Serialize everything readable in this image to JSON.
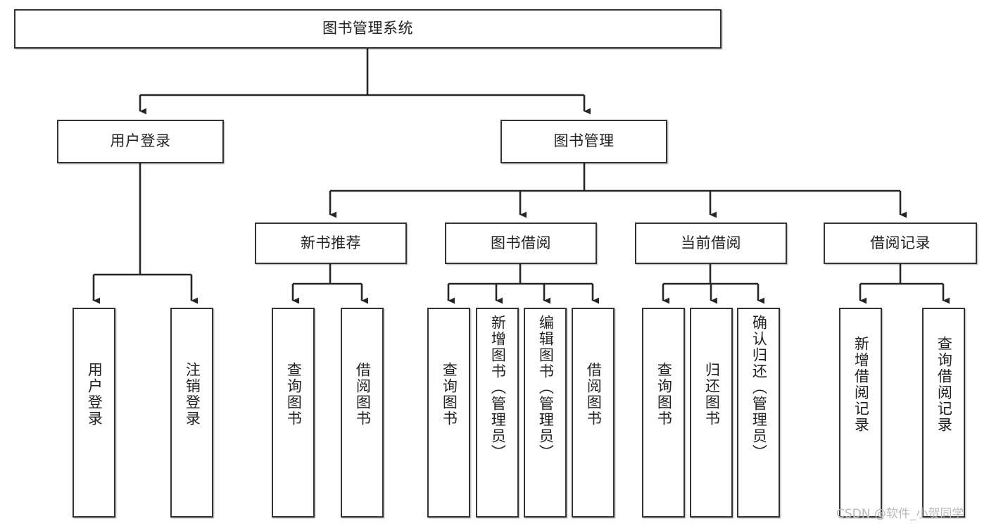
{
  "diagram": {
    "type": "tree-hierarchy",
    "title": "图书管理系统",
    "watermark": "CSDN @软件_小贺同学",
    "colors": {
      "box_border": "#333333",
      "box_fill": "#ffffff",
      "edge": "#262626",
      "text": "#222222",
      "watermark": "#b9b9b9"
    },
    "nodes": {
      "root": {
        "label": "图书管理系统",
        "level": 1,
        "orientation": "horizontal"
      },
      "user_login": {
        "label": "用户登录",
        "level": 2,
        "orientation": "horizontal"
      },
      "book_manage": {
        "label": "图书管理",
        "level": 2,
        "orientation": "horizontal"
      },
      "new_book_rec": {
        "label": "新书推荐",
        "level": 3,
        "orientation": "horizontal"
      },
      "book_borrow": {
        "label": "图书借阅",
        "level": 3,
        "orientation": "horizontal"
      },
      "current_borrow": {
        "label": "当前借阅",
        "level": 3,
        "orientation": "horizontal"
      },
      "borrow_record": {
        "label": "借阅记录",
        "level": 3,
        "orientation": "horizontal"
      },
      "leaf_user_login": {
        "label": "用户登录",
        "level": 4,
        "orientation": "vertical"
      },
      "leaf_logout": {
        "label": "注销登录",
        "level": 4,
        "orientation": "vertical"
      },
      "leaf_query_book_1": {
        "label": "查询图书",
        "level": 4,
        "orientation": "vertical"
      },
      "leaf_borrow_book_1": {
        "label": "借阅图书",
        "level": 4,
        "orientation": "vertical"
      },
      "leaf_query_book_2": {
        "label": "查询图书",
        "level": 4,
        "orientation": "vertical"
      },
      "leaf_add_book": {
        "label": "新增图书（管理员）",
        "level": 4,
        "orientation": "vertical"
      },
      "leaf_edit_book": {
        "label": "编辑图书（管理员）",
        "level": 4,
        "orientation": "vertical"
      },
      "leaf_borrow_book_2": {
        "label": "借阅图书",
        "level": 4,
        "orientation": "vertical"
      },
      "leaf_query_book_3": {
        "label": "查询图书",
        "level": 4,
        "orientation": "vertical"
      },
      "leaf_return_book": {
        "label": "归还图书",
        "level": 4,
        "orientation": "vertical"
      },
      "leaf_confirm_return": {
        "label": "确认归还（管理员）",
        "level": 4,
        "orientation": "vertical"
      },
      "leaf_add_record": {
        "label": "新增借阅记录",
        "level": 4,
        "orientation": "vertical"
      },
      "leaf_query_record": {
        "label": "查询借阅记录",
        "level": 4,
        "orientation": "vertical"
      }
    },
    "edges": [
      {
        "from": "root",
        "to": "user_login"
      },
      {
        "from": "root",
        "to": "book_manage"
      },
      {
        "from": "user_login",
        "to": "leaf_user_login"
      },
      {
        "from": "user_login",
        "to": "leaf_logout"
      },
      {
        "from": "book_manage",
        "to": "new_book_rec"
      },
      {
        "from": "book_manage",
        "to": "book_borrow"
      },
      {
        "from": "book_manage",
        "to": "current_borrow"
      },
      {
        "from": "book_manage",
        "to": "borrow_record"
      },
      {
        "from": "new_book_rec",
        "to": "leaf_query_book_1"
      },
      {
        "from": "new_book_rec",
        "to": "leaf_borrow_book_1"
      },
      {
        "from": "book_borrow",
        "to": "leaf_query_book_2"
      },
      {
        "from": "book_borrow",
        "to": "leaf_add_book"
      },
      {
        "from": "book_borrow",
        "to": "leaf_edit_book"
      },
      {
        "from": "book_borrow",
        "to": "leaf_borrow_book_2"
      },
      {
        "from": "current_borrow",
        "to": "leaf_query_book_3"
      },
      {
        "from": "current_borrow",
        "to": "leaf_return_book"
      },
      {
        "from": "current_borrow",
        "to": "leaf_confirm_return"
      },
      {
        "from": "borrow_record",
        "to": "leaf_add_record"
      },
      {
        "from": "borrow_record",
        "to": "leaf_query_record"
      }
    ]
  }
}
